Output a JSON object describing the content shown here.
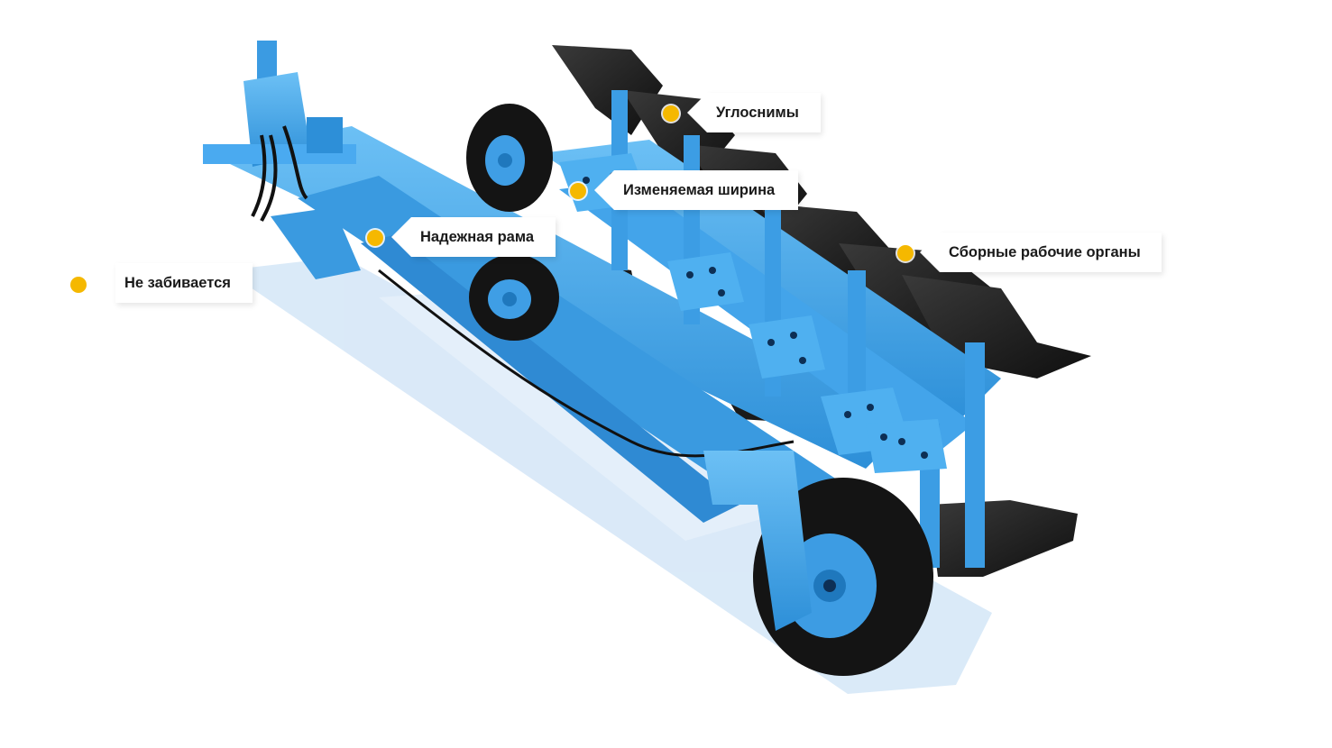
{
  "colors": {
    "accent_dot": "#f5b800",
    "frame_blue": "#3fa3e8",
    "frame_blue_dark": "#1f78bd",
    "blade_dark": "#1c1c1c",
    "tire": "#141414",
    "shadow": "#b9d6f2"
  },
  "hotspots": [
    {
      "id": "uglosnimy",
      "label": "Углоснимы"
    },
    {
      "id": "width",
      "label": "Изменяемая ширина"
    },
    {
      "id": "frame",
      "label": "Надежная рама"
    },
    {
      "id": "not-clogging",
      "label": "Не забивается"
    },
    {
      "id": "prefab-parts",
      "label": "Сборные рабочие органы"
    }
  ]
}
